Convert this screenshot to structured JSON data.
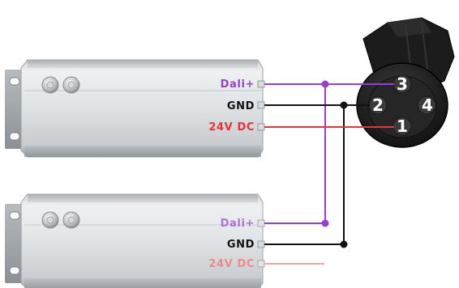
{
  "colors": {
    "dali": "#9a3fd6",
    "gnd": "#111111",
    "power": "#e8333a",
    "power_faded": "#f08a8a"
  },
  "module_top": {
    "dali_label": "Dali+",
    "gnd_label": "GND",
    "power_label": "24V DC"
  },
  "module_bottom": {
    "dali_label": "Dali+",
    "gnd_label": "GND",
    "power_label": "24V DC"
  },
  "connector": {
    "pins": [
      "3",
      "2",
      "4",
      "1"
    ]
  }
}
